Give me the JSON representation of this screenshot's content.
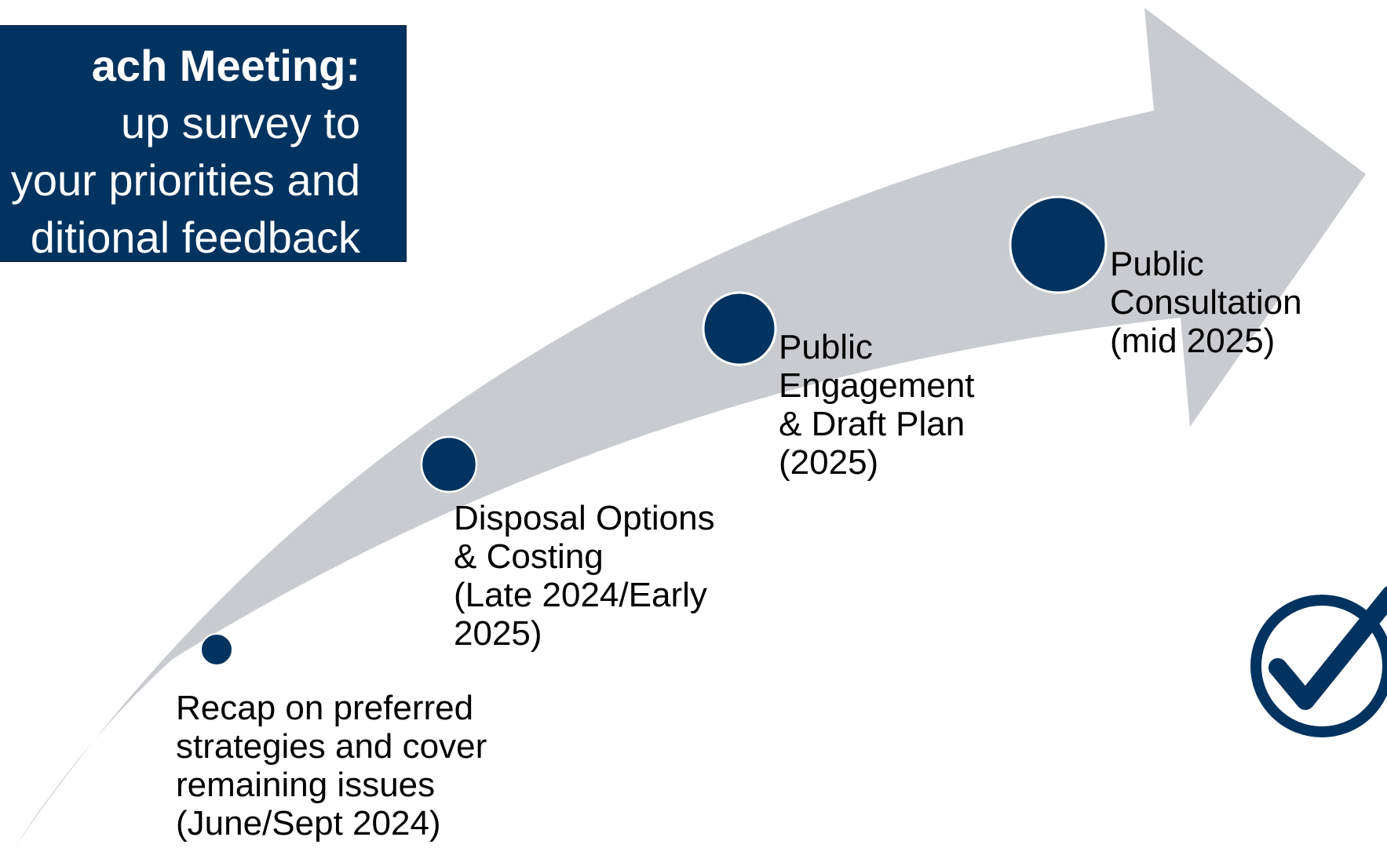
{
  "callout": {
    "heading": "ach Meeting:",
    "lines": [
      "up survey to",
      "your priorities and",
      "ditional feedback"
    ]
  },
  "milestones": [
    {
      "lines": [
        "Recap on preferred",
        "strategies and cover",
        "remaining issues",
        "(June/Sept 2024)"
      ]
    },
    {
      "lines": [
        "Disposal Options",
        "& Costing",
        "(Late 2024/Early",
        "2025)"
      ]
    },
    {
      "lines": [
        "Public",
        "Engagement",
        "& Draft Plan",
        "(2025)"
      ]
    },
    {
      "lines": [
        "Public",
        "Consultation",
        "(mid 2025)"
      ]
    }
  ],
  "colors": {
    "navy": "#00335f",
    "arrow_gray": "#c8cbcf",
    "text": "#000000"
  },
  "icons": {
    "checkmark": "check-circle-icon"
  }
}
